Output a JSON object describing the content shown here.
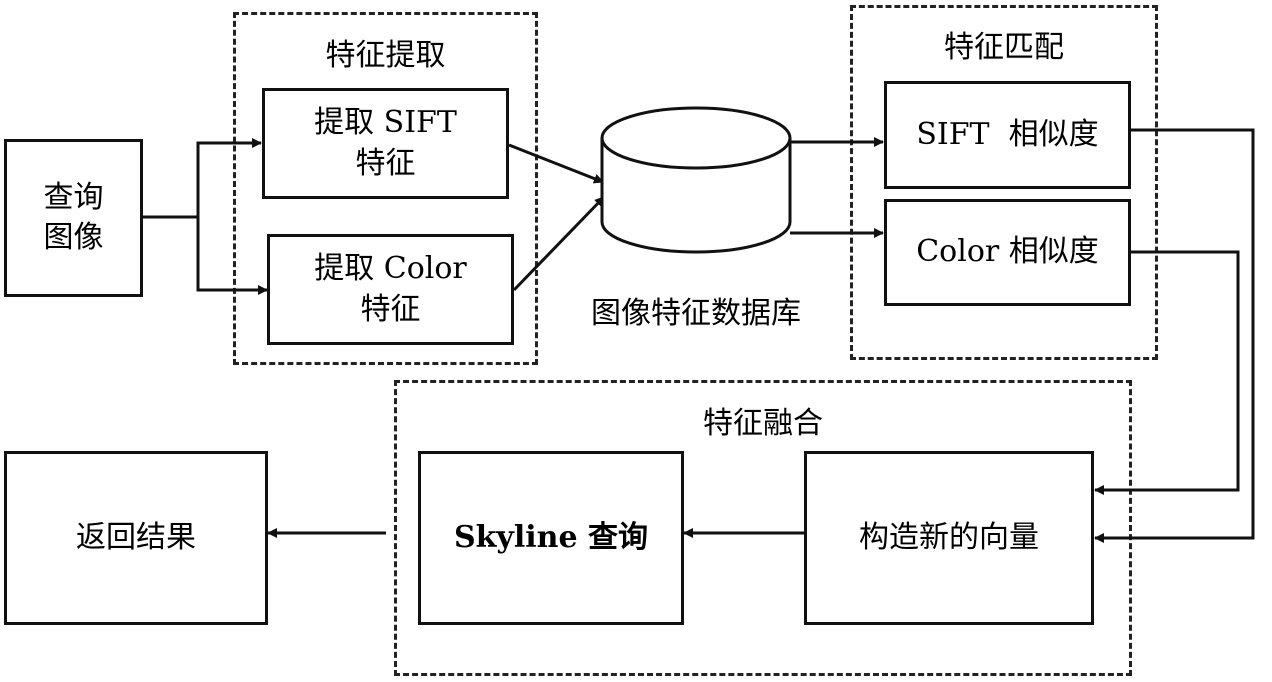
{
  "groups": {
    "extraction": "特征提取",
    "matching": "特征匹配",
    "fusion": "特征融合"
  },
  "nodes": {
    "query_image": {
      "line1": "查询",
      "line2": "图像"
    },
    "extract_sift": {
      "line1": "提取 SIFT",
      "line2": "特征"
    },
    "extract_color": {
      "line1": "提取 Color",
      "line2": "特征"
    },
    "database": "图像特征数据库",
    "sift_similarity": "SIFT  相似度",
    "color_similarity": "Color 相似度",
    "build_vector": "构造新的向量",
    "skyline_query": "Skyline 查询",
    "return_results": "返回结果"
  }
}
